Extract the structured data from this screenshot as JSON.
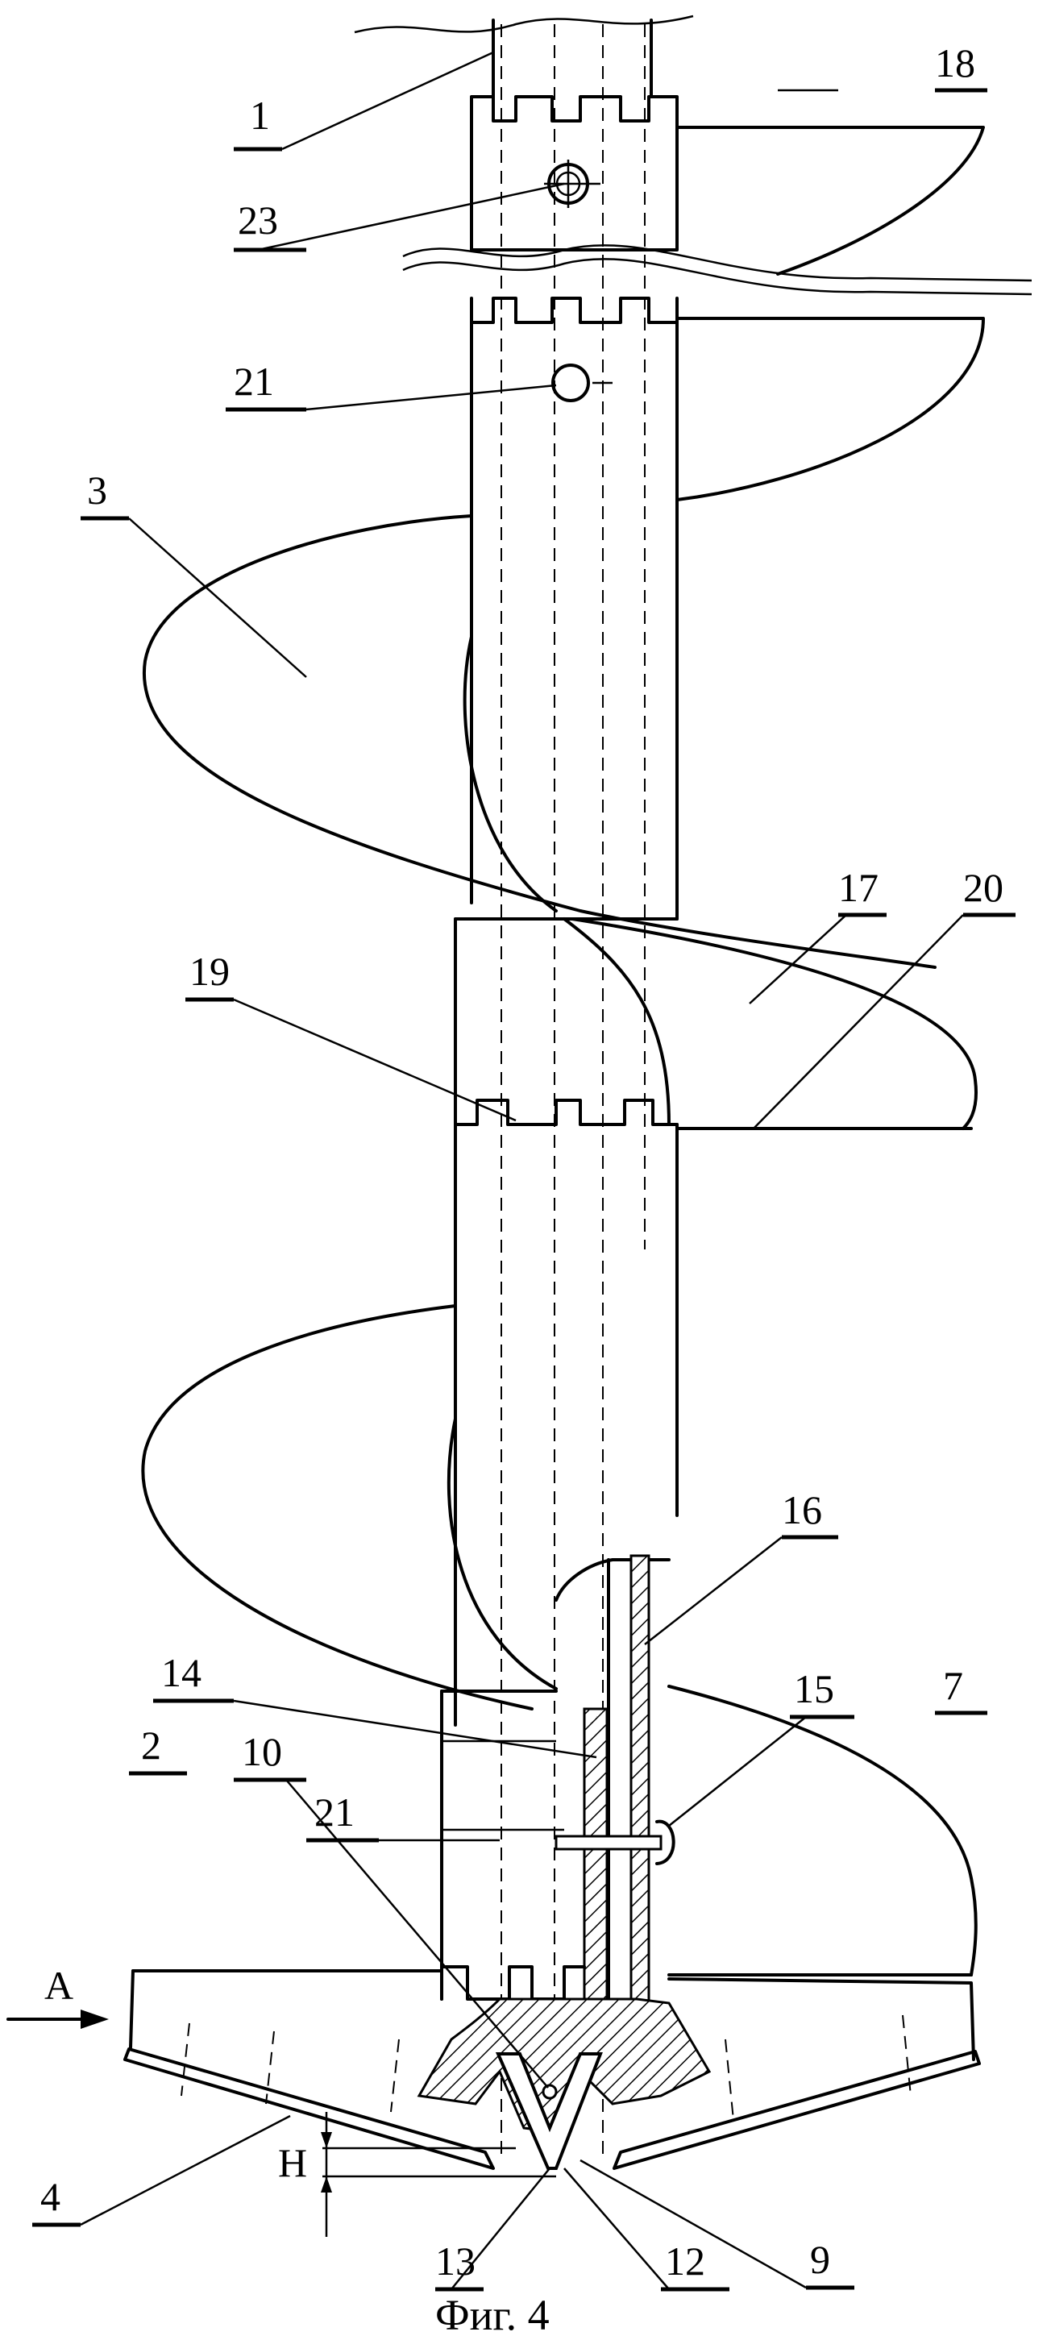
{
  "caption": "Фиг. 4",
  "view_marker": "A",
  "dimension_label": "H",
  "labels": {
    "l1": "1",
    "l2": "2",
    "l3": "3",
    "l4": "4",
    "l7": "7",
    "l9": "9",
    "l10": "10",
    "l12": "12",
    "l13": "13",
    "l14": "14",
    "l15": "15",
    "l16": "16",
    "l17": "17",
    "l18": "18",
    "l19": "19",
    "l20": "20",
    "l21a": "21",
    "l21b": "21",
    "l23": "23"
  }
}
